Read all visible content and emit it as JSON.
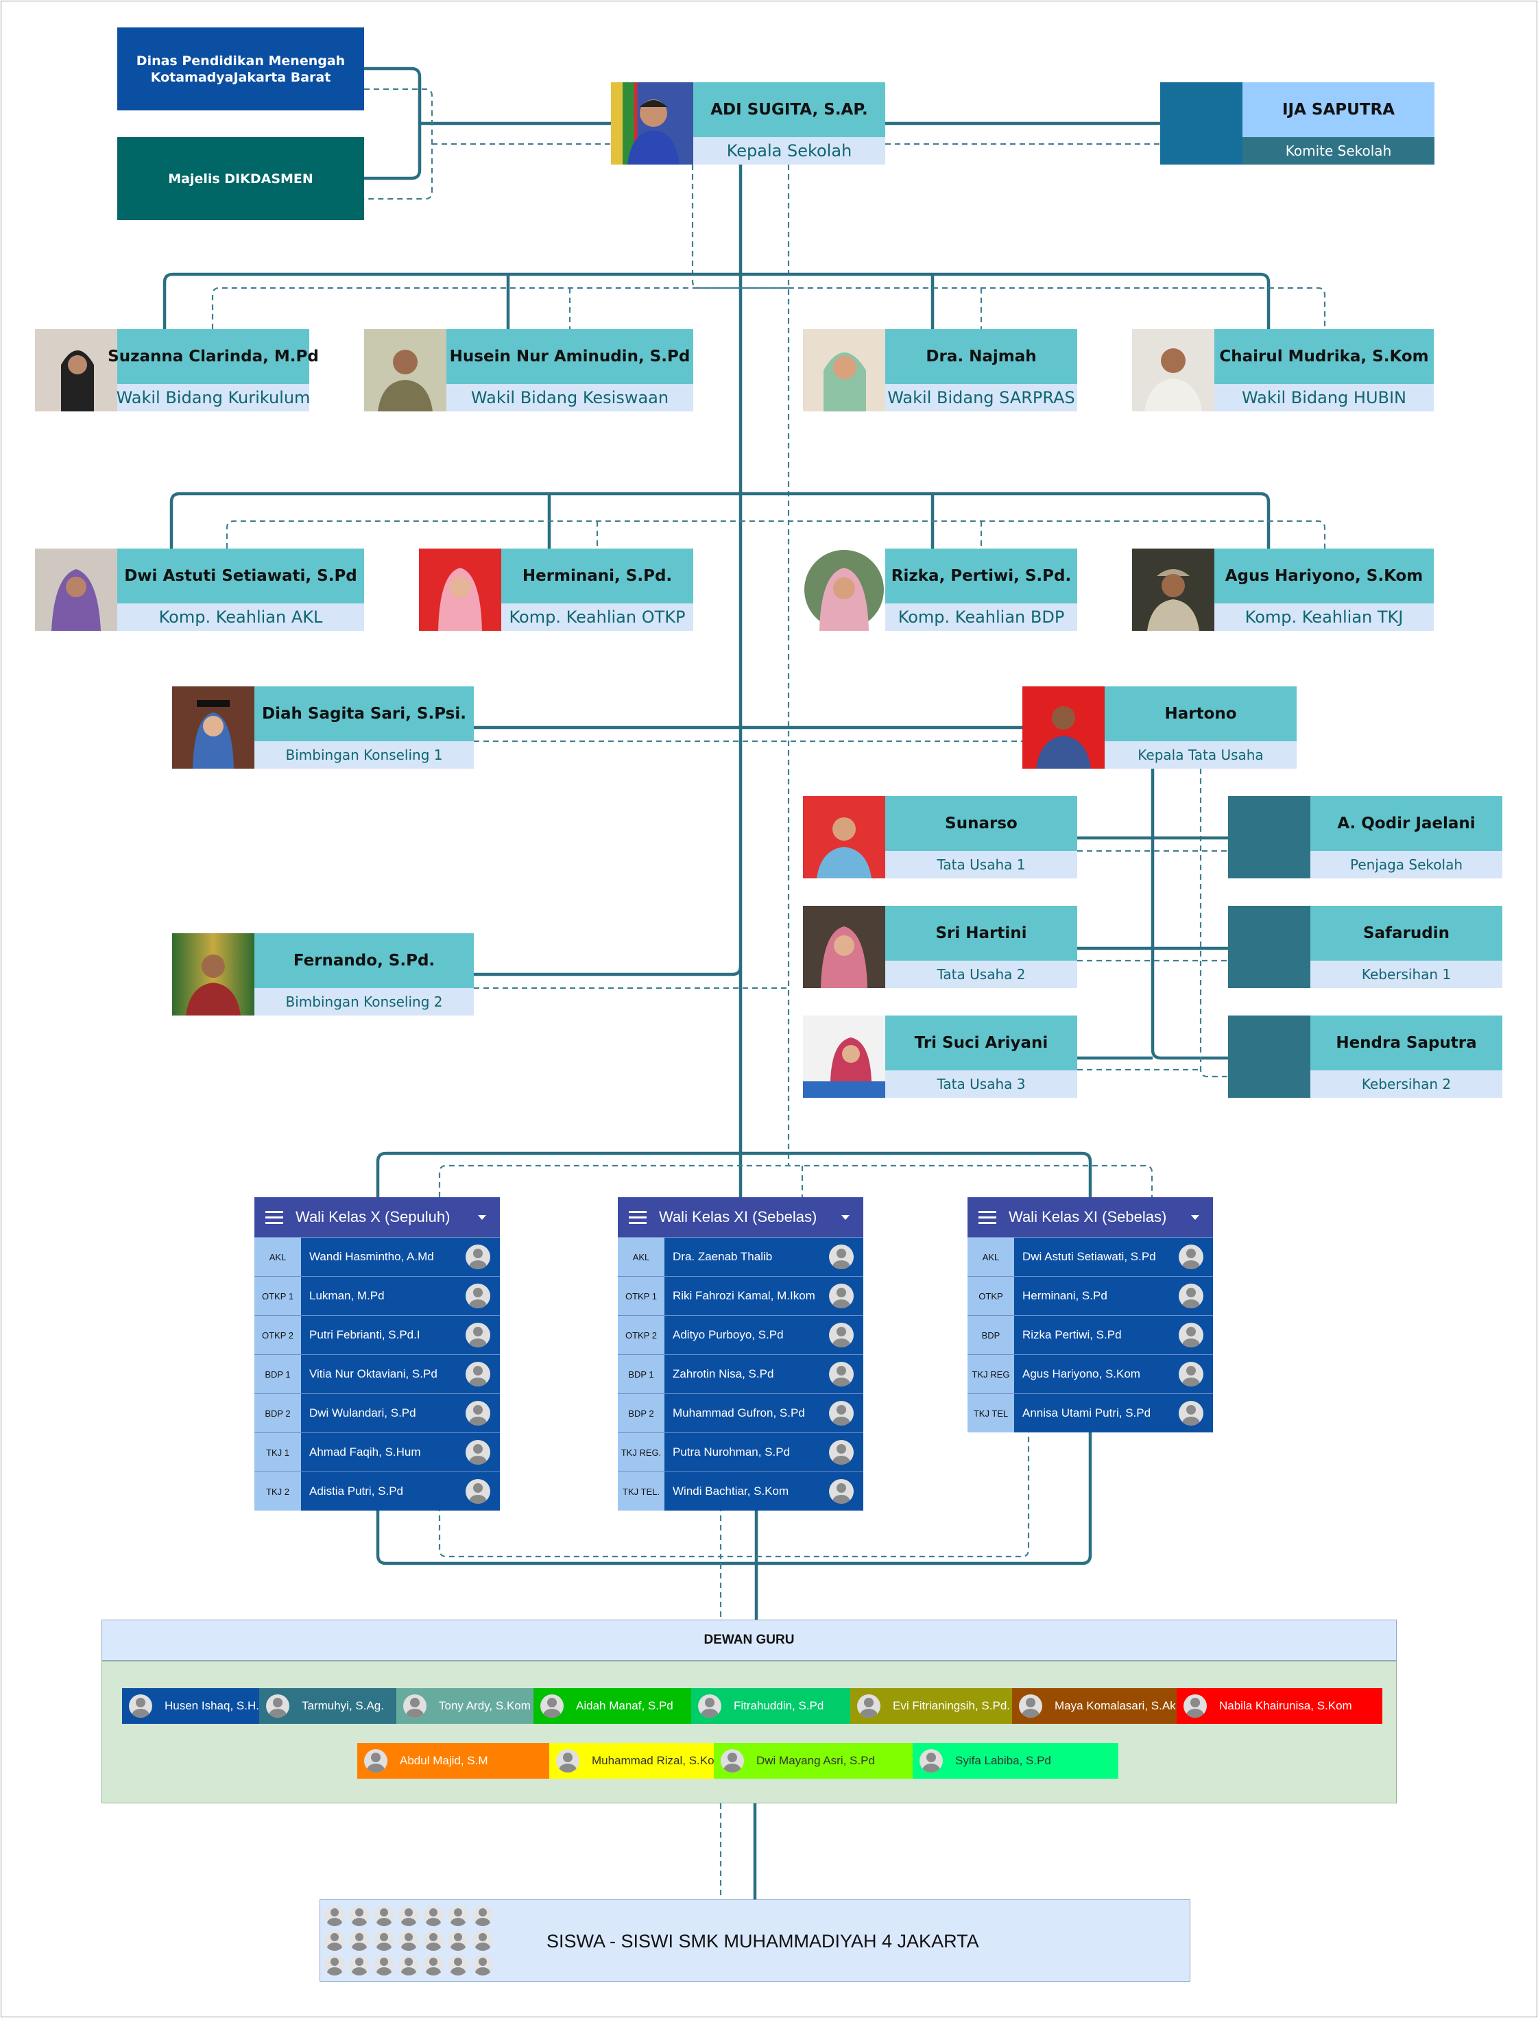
{
  "top_boxes": {
    "dinas": "Dinas Pendidikan  Menengah\nKotamadyaJakarta Barat",
    "majelis": "Majelis DIKDASMEN"
  },
  "kepala": {
    "name": "ADI SUGITA, S.AP.",
    "role": "Kepala Sekolah"
  },
  "komite": {
    "name": "IJA SAPUTRA",
    "role": "Komite Sekolah"
  },
  "wakil": [
    {
      "name": "Suzanna Clarinda, M.Pd",
      "role": "Wakil Bidang Kurikulum"
    },
    {
      "name": "Husein Nur Aminudin, S.Pd",
      "role": "Wakil Bidang Kesiswaan"
    },
    {
      "name": "Dra. Najmah",
      "role": "Wakil Bidang SARPRAS"
    },
    {
      "name": "Chairul Mudrika, S.Kom",
      "role": "Wakil Bidang HUBIN"
    }
  ],
  "komp": [
    {
      "name": "Dwi Astuti Setiawati, S.Pd",
      "role": "Komp. Keahlian AKL"
    },
    {
      "name": "Herminani, S.Pd.",
      "role": "Komp. Keahlian OTKP"
    },
    {
      "name": "Rizka, Pertiwi, S.Pd.",
      "role": "Komp. Keahlian BDP"
    },
    {
      "name": "Agus Hariyono, S.Kom",
      "role": "Komp. Keahlian TKJ"
    }
  ],
  "bk": [
    {
      "name": "Diah Sagita Sari, S.Psi.",
      "role": "Bimbingan Konseling 1"
    },
    {
      "name": "Fernando, S.Pd.",
      "role": "Bimbingan Konseling 2"
    }
  ],
  "tu_head": {
    "name": "Hartono",
    "role": "Kepala Tata Usaha"
  },
  "tu_staff": [
    {
      "name": "Sunarso",
      "role": "Tata Usaha 1"
    },
    {
      "name": "Sri Hartini",
      "role": "Tata Usaha 2"
    },
    {
      "name": "Tri Suci Ariyani",
      "role": "Tata Usaha 3"
    }
  ],
  "support": [
    {
      "name": "A. Qodir Jaelani",
      "role": "Penjaga Sekolah"
    },
    {
      "name": "Safarudin",
      "role": "Kebersihan 1"
    },
    {
      "name": "Hendra Saputra",
      "role": "Kebersihan 2"
    }
  ],
  "wali": [
    {
      "title": "Wali Kelas X (Sepuluh)",
      "rows": [
        {
          "cls": "AKL",
          "name": "Wandi Hasmintho, A.Md"
        },
        {
          "cls": "OTKP 1",
          "name": "Lukman, M.Pd"
        },
        {
          "cls": "OTKP 2",
          "name": "Putri Febrianti, S.Pd.I"
        },
        {
          "cls": "BDP 1",
          "name": "Vitia Nur Oktaviani, S.Pd"
        },
        {
          "cls": "BDP 2",
          "name": "Dwi Wulandari, S.Pd"
        },
        {
          "cls": "TKJ 1",
          "name": "Ahmad Faqih, S.Hum"
        },
        {
          "cls": "TKJ 2",
          "name": "Adistia Putri, S.Pd"
        }
      ]
    },
    {
      "title": "Wali Kelas XI (Sebelas)",
      "rows": [
        {
          "cls": "AKL",
          "name": "Dra. Zaenab Thalib"
        },
        {
          "cls": "OTKP 1",
          "name": "Riki Fahrozi Kamal, M.Ikom"
        },
        {
          "cls": "OTKP 2",
          "name": "Adityo Purboyo, S.Pd"
        },
        {
          "cls": "BDP 1",
          "name": "Zahrotin Nisa, S.Pd"
        },
        {
          "cls": "BDP 2",
          "name": "Muhammad Gufron, S.Pd"
        },
        {
          "cls": "TKJ REG.",
          "name": "Putra Nurohman, S.Pd"
        },
        {
          "cls": "TKJ TEL.",
          "name": "Windi Bachtiar, S.Kom"
        }
      ]
    },
    {
      "title": "Wali Kelas XI (Sebelas)",
      "rows": [
        {
          "cls": "AKL",
          "name": "Dwi Astuti Setiawati, S.Pd"
        },
        {
          "cls": "OTKP",
          "name": "Herminani, S.Pd"
        },
        {
          "cls": "BDP",
          "name": "Rizka Pertiwi, S.Pd"
        },
        {
          "cls": "TKJ REG",
          "name": "Agus Hariyono, S.Kom"
        },
        {
          "cls": "TKJ TEL",
          "name": "Annisa Utami Putri, S.Pd"
        }
      ]
    }
  ],
  "dewan_guru": {
    "title": "DEWAN GURU",
    "row1": [
      {
        "name": "Husen Ishaq, S.H.",
        "color": "#0b4fa3"
      },
      {
        "name": "Tarmuhyi, S.Ag.",
        "color": "#2f7387"
      },
      {
        "name": "Tony Ardy, S.Kom",
        "color": "#67ab9f"
      },
      {
        "name": "Aidah Manaf, S.Pd",
        "color": "#00c000"
      },
      {
        "name": "Fitrahuddin, S.Pd",
        "color": "#00cc6a"
      },
      {
        "name": "Evi Fitrianingsih, S.Pd.",
        "color": "#9a9a06"
      },
      {
        "name": "Maya Komalasari, S.Ak.",
        "color": "#994c00"
      },
      {
        "name": "Nabila Khairunisa, S.Kom",
        "color": "#ff0000"
      }
    ],
    "row2": [
      {
        "name": "Abdul Majid, S.M",
        "color": "#ff8000"
      },
      {
        "name": "Muhammad Rizal, S.Ko",
        "color": "#ffff00",
        "text_color": "#333333"
      },
      {
        "name": "Dwi Mayang Asri, S.Pd",
        "color": "#80ff00",
        "text_color": "#333333"
      },
      {
        "name": "Syifa Labiba, S.Pd",
        "color": "#00ff80",
        "text_color": "#333333"
      }
    ]
  },
  "siswa": "SISWA - SISWI SMK MUHAMMADIYAH 4 JAKARTA",
  "colors": {
    "name_bar": "#62c5cd",
    "role_bar": "#d6e5f7",
    "connector": "#2b6f82",
    "wali_header": "#3c4aa2",
    "wali_body": "#0b4fa3",
    "dinas_box": "#0b4fa3",
    "majelis_box": "#006666"
  }
}
